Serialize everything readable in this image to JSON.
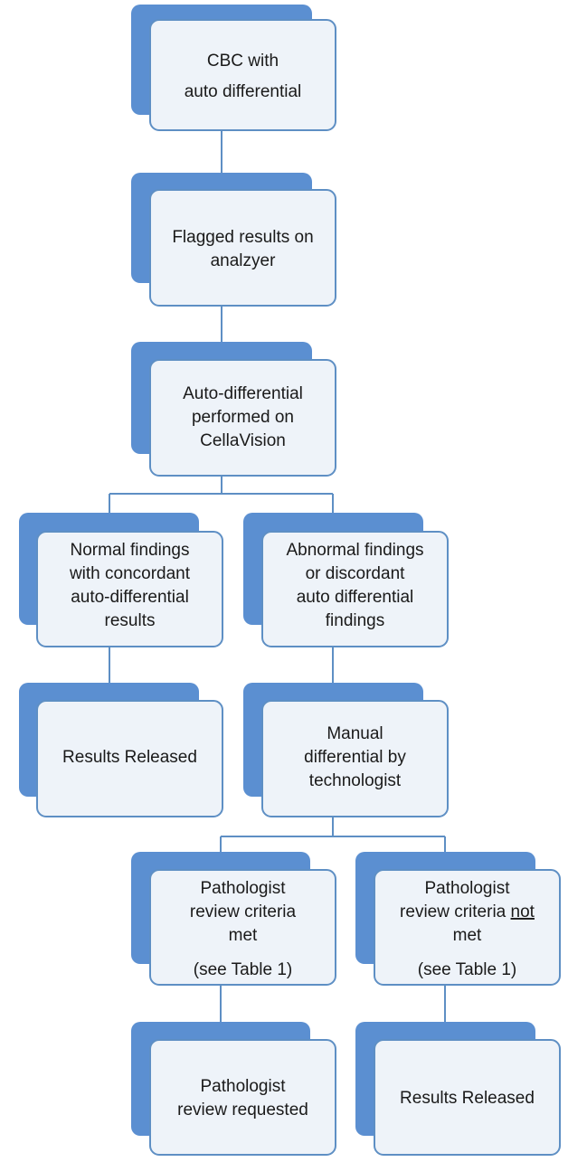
{
  "colors": {
    "shadow": "#5b8fd1",
    "box_fill": "#eef3f9",
    "box_border": "#5e8fc4",
    "connector": "#5e8fc4",
    "text": "#1a1a1a"
  },
  "nodes": {
    "cbc": {
      "lines": [
        "CBC with",
        "auto differential"
      ]
    },
    "flagged": {
      "lines": [
        "Flagged results on",
        "analzyer"
      ]
    },
    "auto_diff": {
      "lines": [
        "Auto-differential",
        "performed on",
        "CellaVision"
      ]
    },
    "normal": {
      "lines": [
        "Normal findings",
        "with concordant",
        "auto-differential",
        "results"
      ]
    },
    "abnormal": {
      "lines": [
        "Abnormal findings",
        "or discordant",
        "auto differential",
        "findings"
      ]
    },
    "released_left": {
      "lines": [
        "Results Released"
      ]
    },
    "manual": {
      "lines": [
        "Manual",
        "differential by",
        "technologist"
      ]
    },
    "criteria_met": {
      "lines": [
        "Pathologist",
        "review  criteria",
        "met",
        "(see Table 1)"
      ]
    },
    "criteria_not_met": {
      "lines": [
        "Pathologist",
        "review criteria not",
        "met",
        "(see Table 1)"
      ],
      "underlined_word": "not"
    },
    "review_requested": {
      "lines": [
        "Pathologist",
        "review requested"
      ]
    },
    "released_right": {
      "lines": [
        "Results Released"
      ]
    }
  }
}
